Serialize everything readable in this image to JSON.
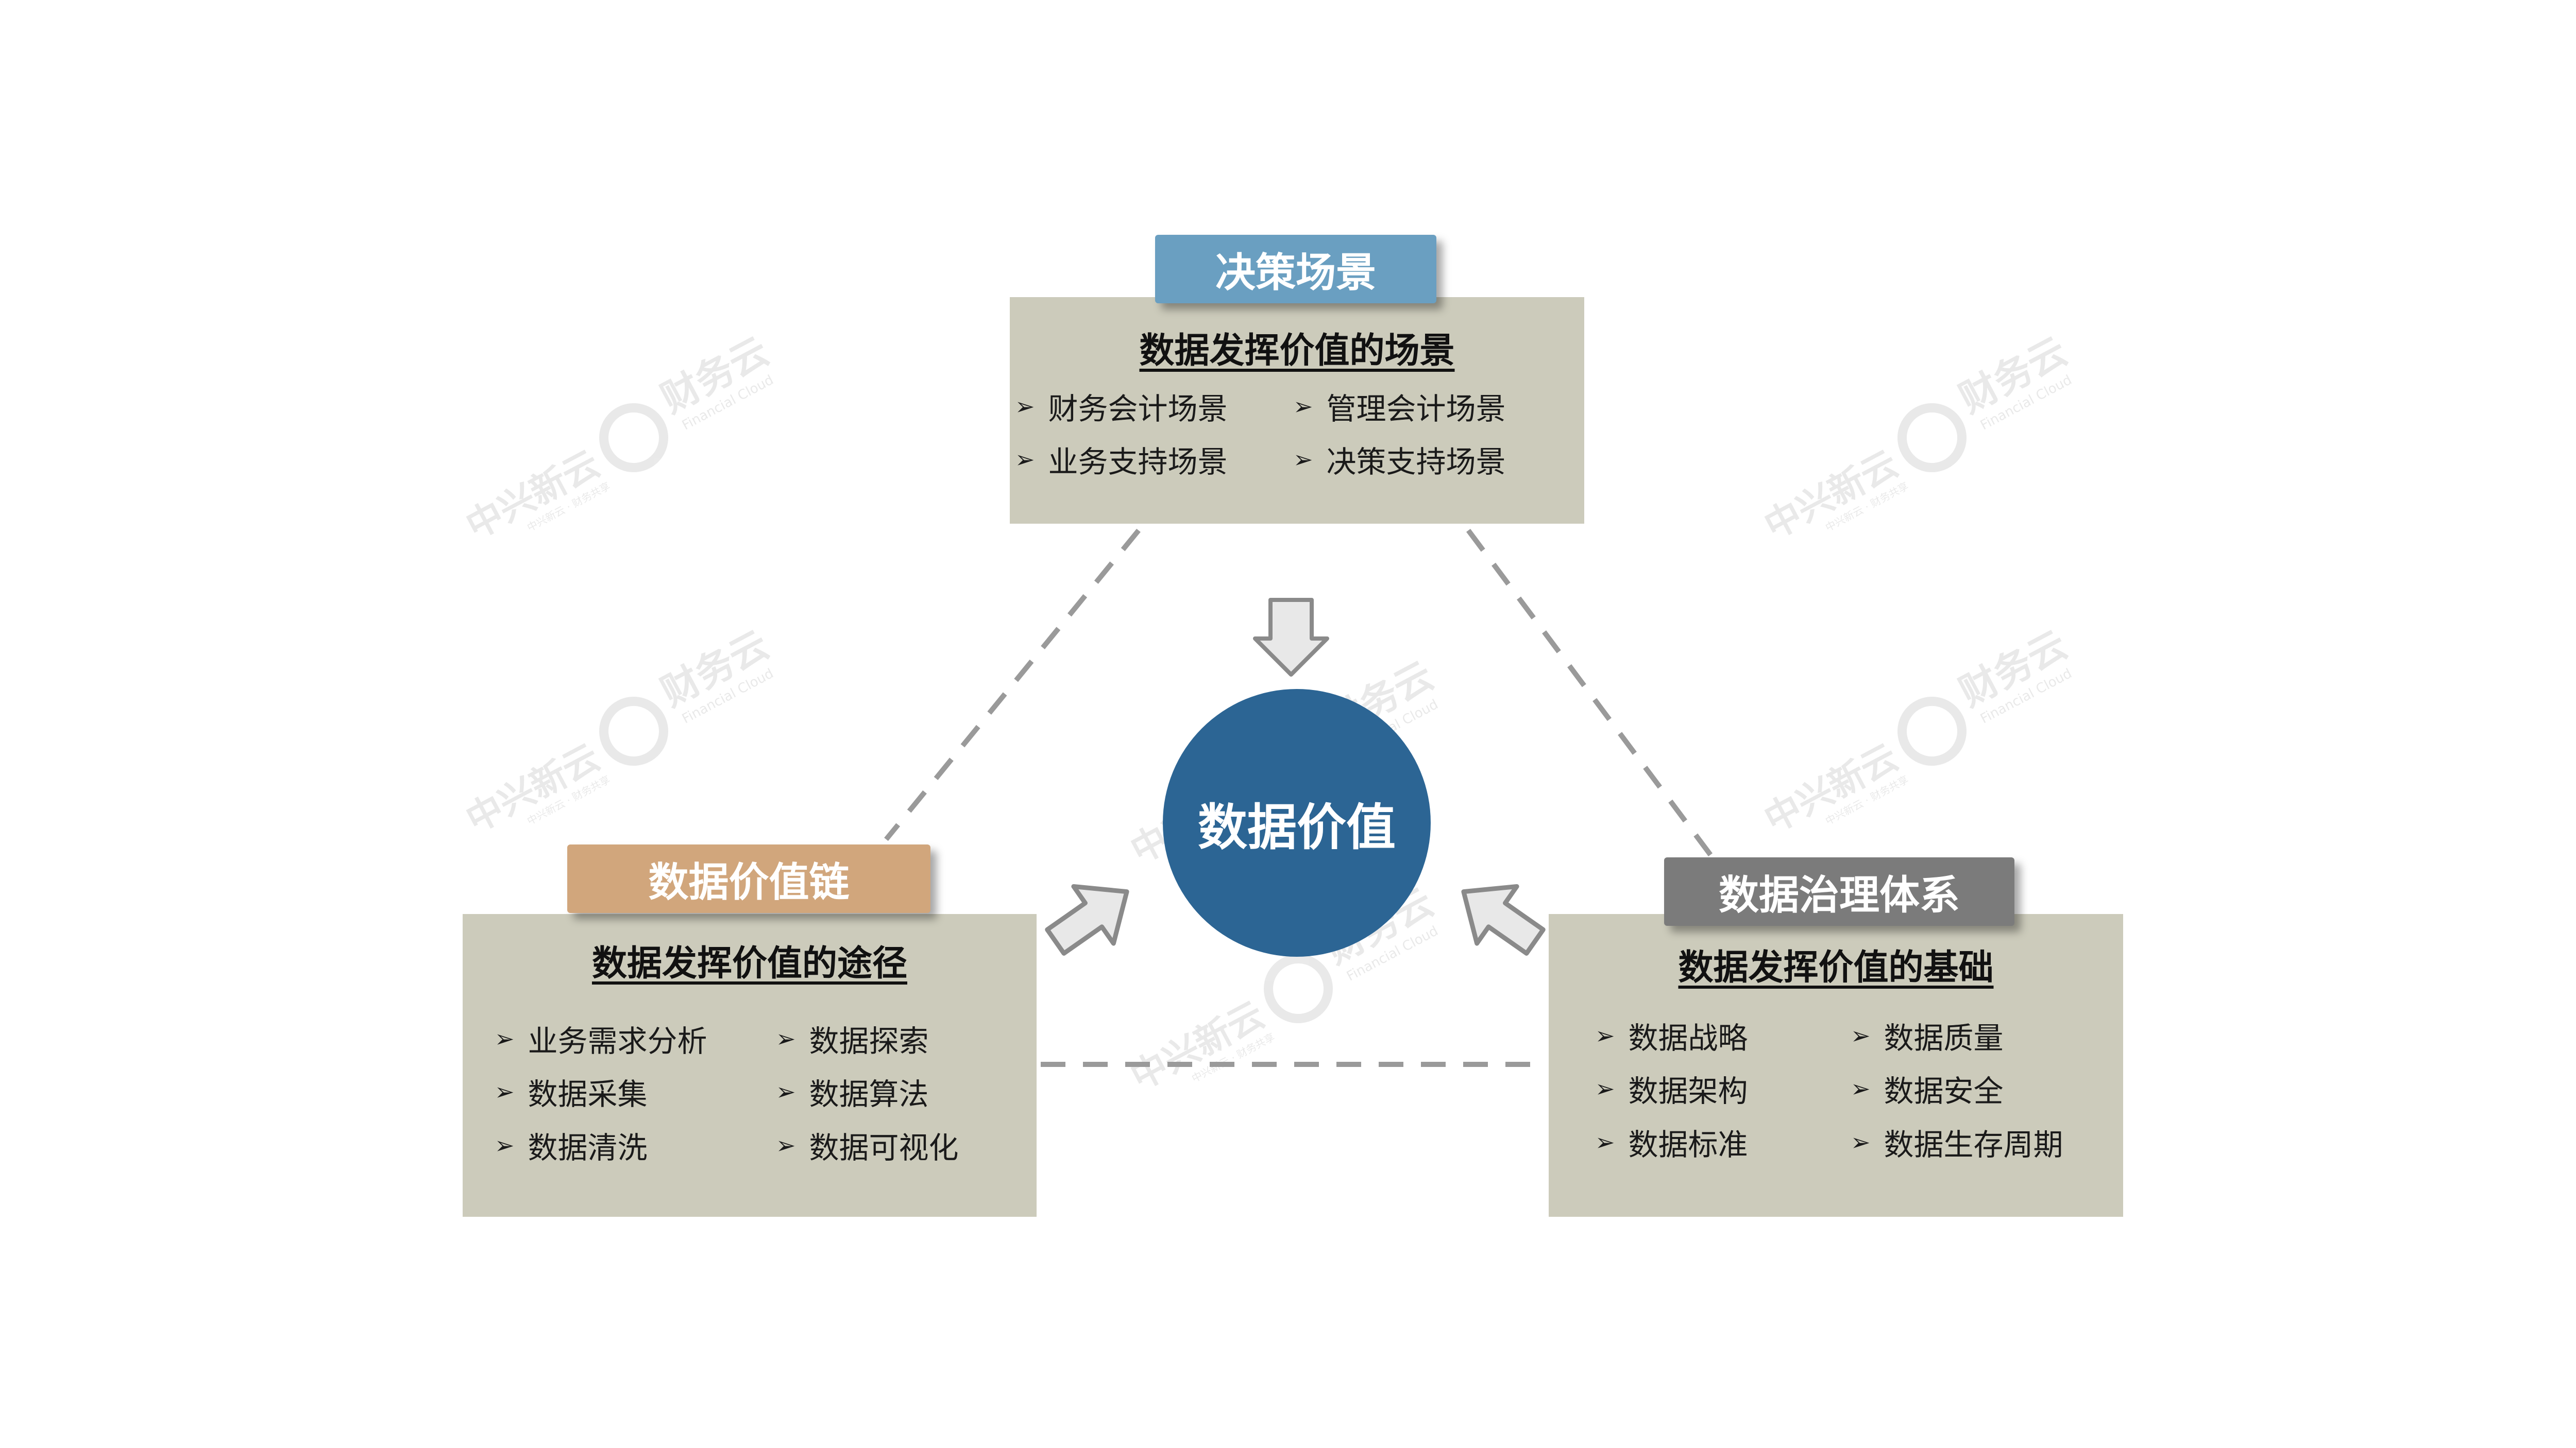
{
  "center": {
    "label": "数据价值",
    "color": "#2c6594"
  },
  "colors": {
    "panel_bg": "#cccbbb",
    "top_tag": "#6a9fc1",
    "left_tag": "#d1a67c",
    "right_tag": "#7b7b7b",
    "dashed_line": "#9a9a9a",
    "arrow_fill": "#e8e8e8",
    "arrow_stroke": "#8a8a8a"
  },
  "top_panel": {
    "tag": "决策场景",
    "heading": "数据发挥价值的场景",
    "items": [
      "财务会计场景",
      "管理会计场景",
      "业务支持场景",
      "决策支持场景"
    ]
  },
  "left_panel": {
    "tag": "数据价值链",
    "heading": "数据发挥价值的途径",
    "items": [
      "业务需求分析",
      "数据探索",
      "数据采集",
      "数据算法",
      "数据清洗",
      "数据可视化"
    ]
  },
  "right_panel": {
    "tag": "数据治理体系",
    "heading": "数据发挥价值的基础",
    "items": [
      "数据战略",
      "数据质量",
      "数据架构",
      "数据安全",
      "数据标准",
      "数据生存周期"
    ]
  },
  "bullet_glyph": "➢",
  "watermark": {
    "brand": "财务云",
    "company": "中兴新云",
    "sub_en": "Financial Cloud",
    "sub_cn": "中兴新云 · 财务共享"
  },
  "icons": [
    "down-arrow-icon",
    "right-arrow-icon",
    "left-arrow-icon",
    "swirl-logo-icon"
  ]
}
